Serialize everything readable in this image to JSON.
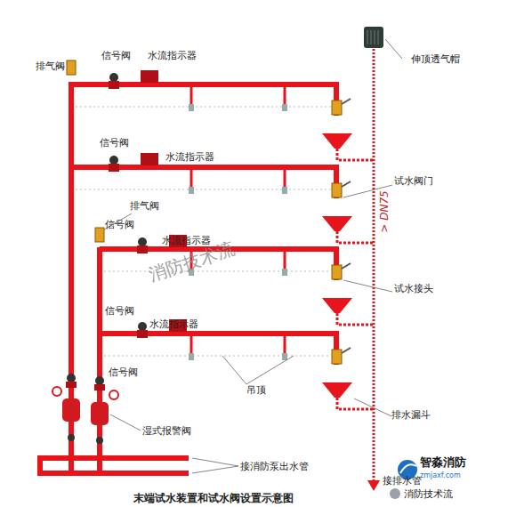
{
  "diagram": {
    "caption": "末端试水装置和试水阀设置示意图",
    "labels": [
      "排气阀",
      "信号阀",
      "水流指示器",
      "伸顶透气帽",
      "信号阀",
      "水流指示器",
      "试水阀门",
      "排气阀",
      "信号阀",
      "水流指示器",
      "> DN75",
      "消防技术流",
      "试水接头",
      "信号阀",
      "水流指示器",
      "吊顶",
      "信号阀",
      "排水漏斗",
      "湿式报警阀",
      "接消防泵出水管",
      "接排水管",
      "智淼消防",
      "zmjaxf.com",
      "消防技术流"
    ]
  }
}
